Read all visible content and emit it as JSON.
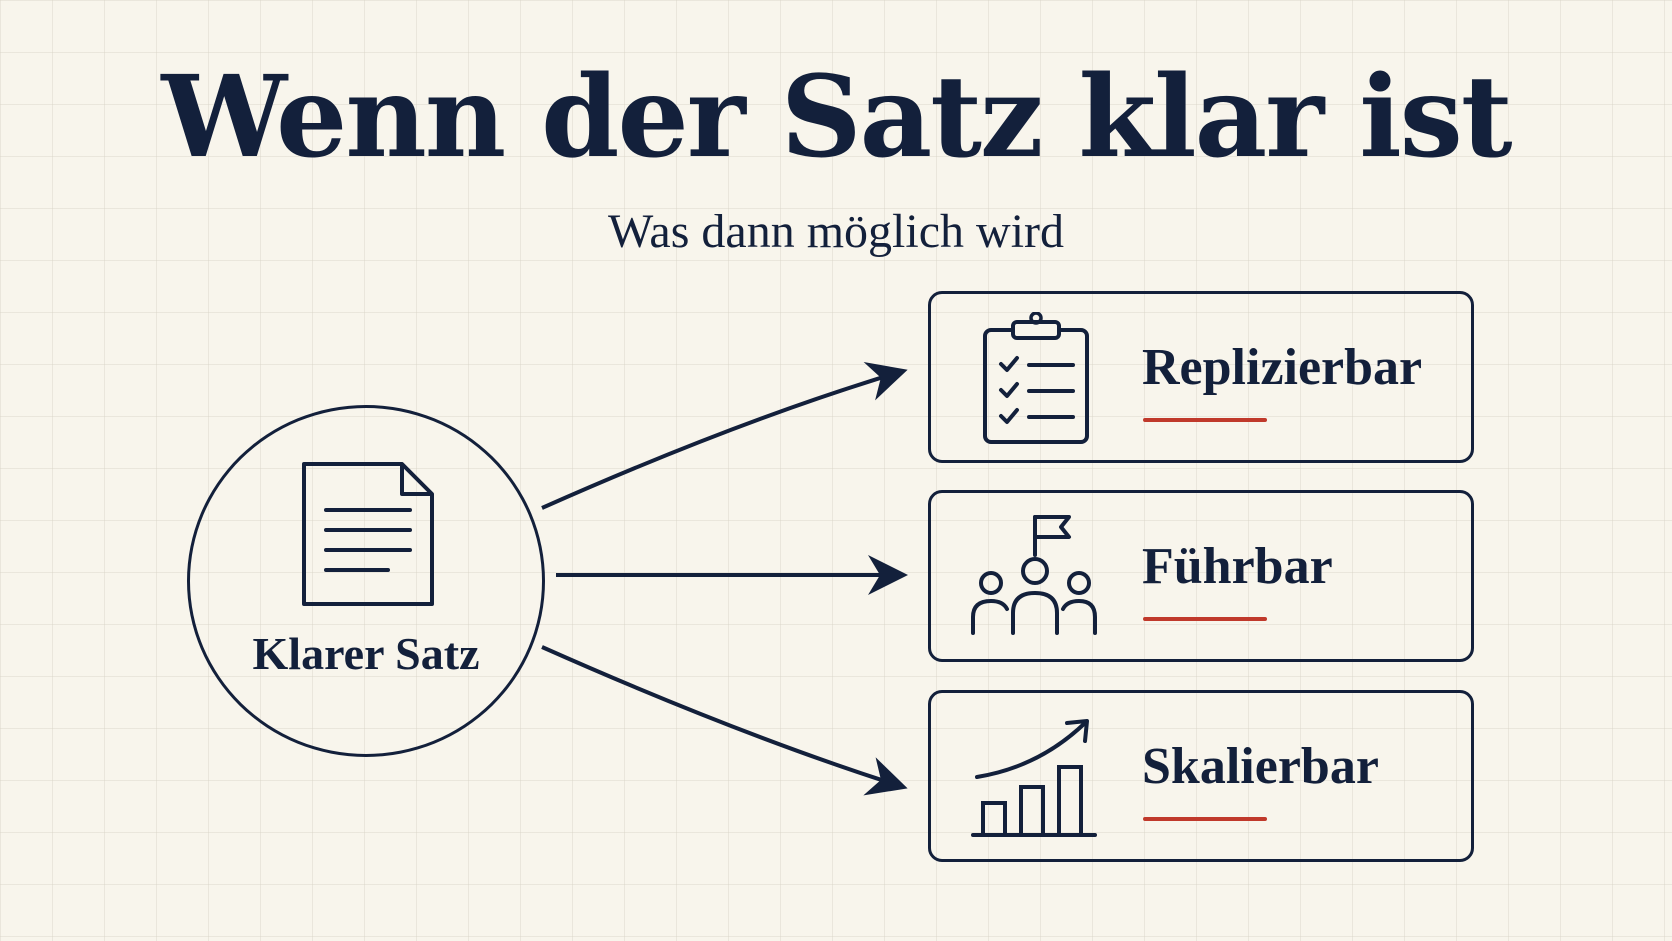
{
  "title": "Wenn der Satz klar ist",
  "subtitle": "Was dann möglich wird",
  "source": {
    "label": "Klarer Satz",
    "icon": "document-icon"
  },
  "outcomes": [
    {
      "label": "Replizierbar",
      "icon": "checklist-clipboard-icon"
    },
    {
      "label": "Führbar",
      "icon": "team-flag-icon"
    },
    {
      "label": "Skalierbar",
      "icon": "growth-chart-icon"
    }
  ],
  "colors": {
    "background": "#f8f5ec",
    "ink": "#13203b",
    "accent": "#c0392b"
  }
}
